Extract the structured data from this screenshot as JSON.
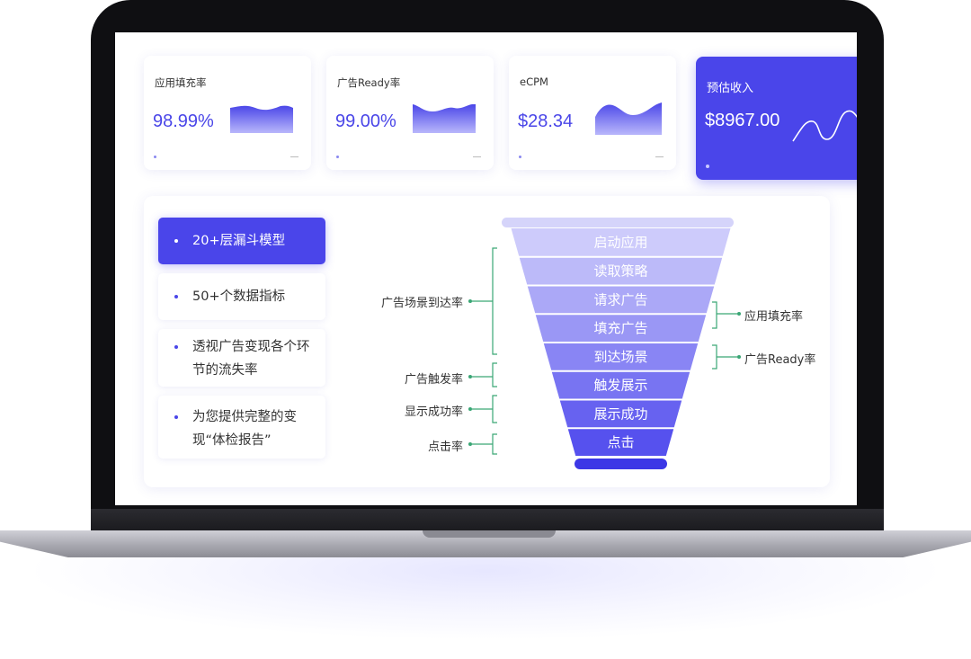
{
  "kpis": [
    {
      "label": "应用填充率",
      "value": "98.99%"
    },
    {
      "label": "广告Ready率",
      "value": "99.00%"
    },
    {
      "label": "eCPM",
      "value": "$28.34"
    },
    {
      "label": "预估收入",
      "value": "$8967.00"
    }
  ],
  "features": [
    {
      "text": "20+层漏斗模型"
    },
    {
      "text": "50+个数据指标"
    },
    {
      "text": "透视广告变现各个环节的流失率"
    },
    {
      "text": "为您提供完整的变现“体检报告”"
    }
  ],
  "funnel": {
    "stages": [
      "启动应用",
      "读取策略",
      "请求广告",
      "填充广告",
      "到达场景",
      "触发展示",
      "展示成功",
      "点击"
    ],
    "left_annotations": [
      "广告场景到达率",
      "广告触发率",
      "显示成功率",
      "点击率"
    ],
    "right_annotations": [
      "应用填充率",
      "广告Ready率"
    ]
  },
  "colors": {
    "accent": "#4a45ea",
    "funnel_top": "#c8c6fb",
    "funnel_bottom": "#5550ee",
    "bracket": "#3aa675"
  }
}
